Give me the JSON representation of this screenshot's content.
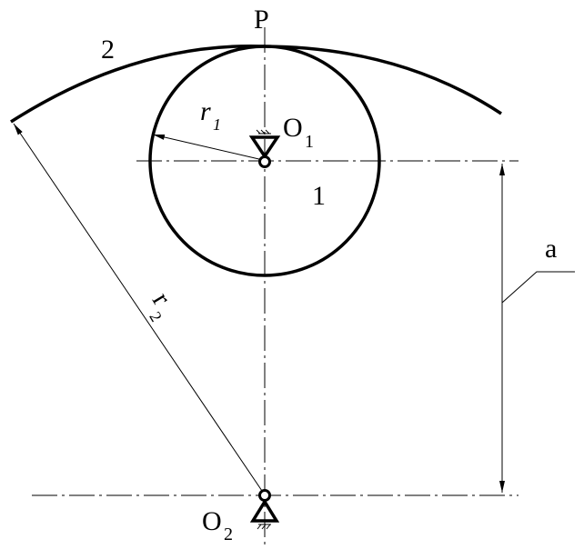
{
  "labels": {
    "point_p": "P",
    "gear_2": "2",
    "gear_1": "1",
    "radius_1_main": "r",
    "radius_1_sub": "1",
    "radius_2_main": "r",
    "radius_2_sub": "2",
    "center_1_main": "O",
    "center_1_sub": "1",
    "center_2_main": "O",
    "center_2_sub": "2",
    "distance": "a"
  },
  "colors": {
    "stroke": "#000000",
    "background": "#ffffff"
  }
}
